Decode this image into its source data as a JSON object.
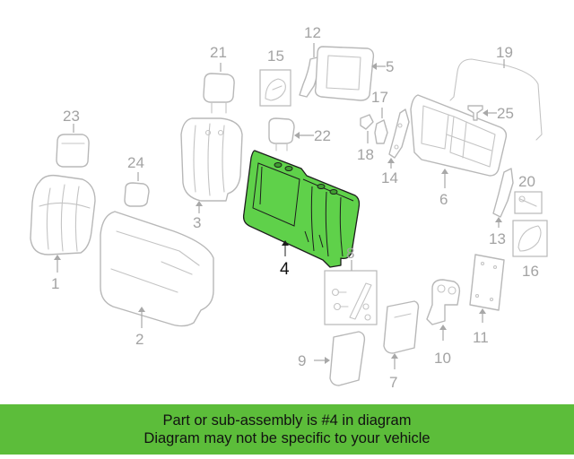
{
  "diagram": {
    "highlight_color": "#5fd14a",
    "selected_callout": "4",
    "callouts": {
      "c1": "1",
      "c2": "2",
      "c3": "3",
      "c4": "4",
      "c5": "5",
      "c6": "6",
      "c7": "7",
      "c8": "8",
      "c9": "9",
      "c10": "10",
      "c11": "11",
      "c12": "12",
      "c13": "13",
      "c14": "14",
      "c15": "15",
      "c16": "16",
      "c17": "17",
      "c18": "18",
      "c19": "19",
      "c20": "20",
      "c21": "21",
      "c22": "22",
      "c23": "23",
      "c24": "24",
      "c25": "25"
    }
  },
  "banner": {
    "background": "#5cbd3a",
    "line1": "Part or sub-assembly is #4 in diagram",
    "line2": "Diagram may not be specific to your vehicle"
  }
}
